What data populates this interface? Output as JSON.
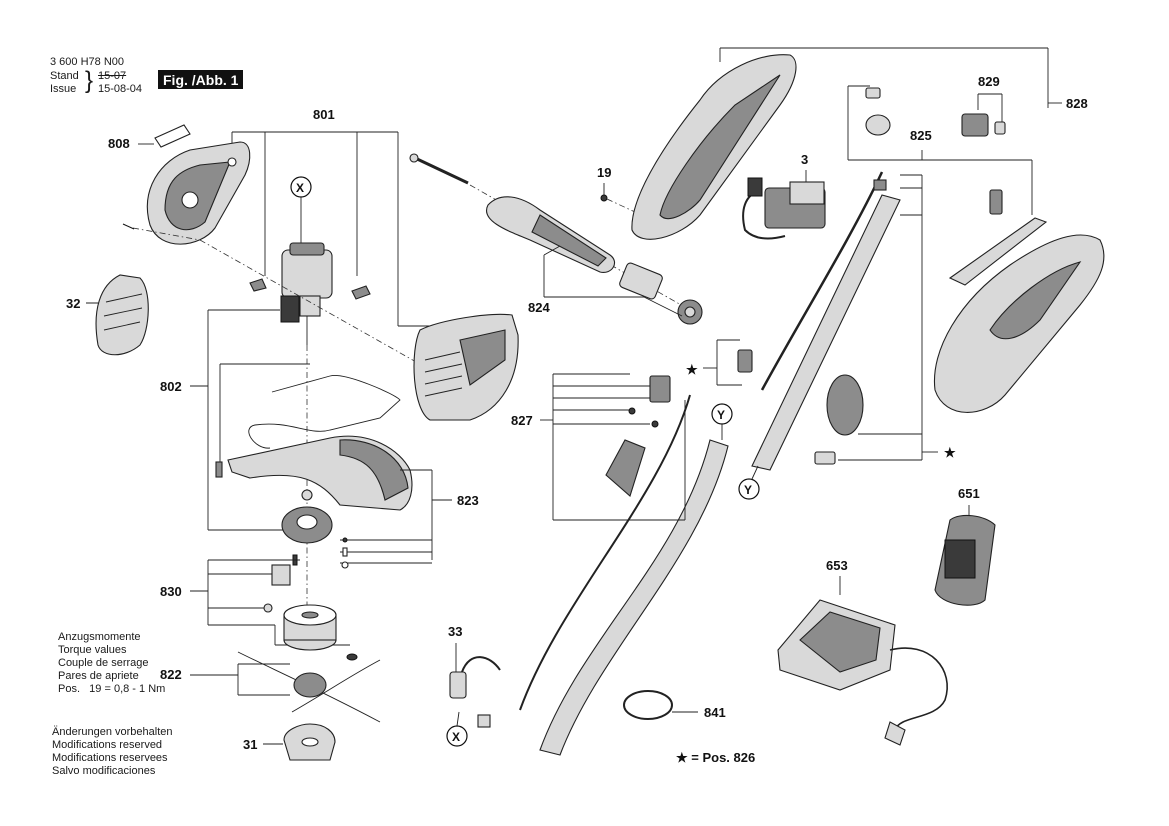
{
  "header": {
    "doc_number": "3 600 H78 N00",
    "stand_label": "Stand",
    "issue_label": "Issue",
    "old_date": "15-07",
    "new_date": "15-08-04",
    "figure_label": "Fig. /Abb. 1"
  },
  "part_numbers": {
    "p801": "801",
    "p808": "808",
    "p32": "32",
    "p802": "802",
    "p823": "823",
    "p830": "830",
    "p822": "822",
    "p31": "31",
    "p19": "19",
    "p3": "3",
    "p824": "824",
    "p827": "827",
    "p825": "825",
    "p829": "829",
    "p828": "828",
    "p651": "651",
    "p653": "653",
    "p33": "33",
    "p841": "841"
  },
  "callouts": {
    "x_top": "X",
    "x_bottom": "X",
    "y_mid": "Y",
    "y_right": "Y"
  },
  "torque_note": {
    "lines": [
      "Anzugsmomente",
      "Torque values",
      "Couple de serrage",
      "Pares de apriete"
    ],
    "pos_line": "Pos.   19 = 0,8 - 1 Nm"
  },
  "modifications_note": {
    "lines": [
      "Änderungen vorbehalten",
      "Modifications reserved",
      "Modifications reservees",
      "Salvo modificaciones"
    ]
  },
  "legend": {
    "star_text": "★ = Pos. 826"
  }
}
